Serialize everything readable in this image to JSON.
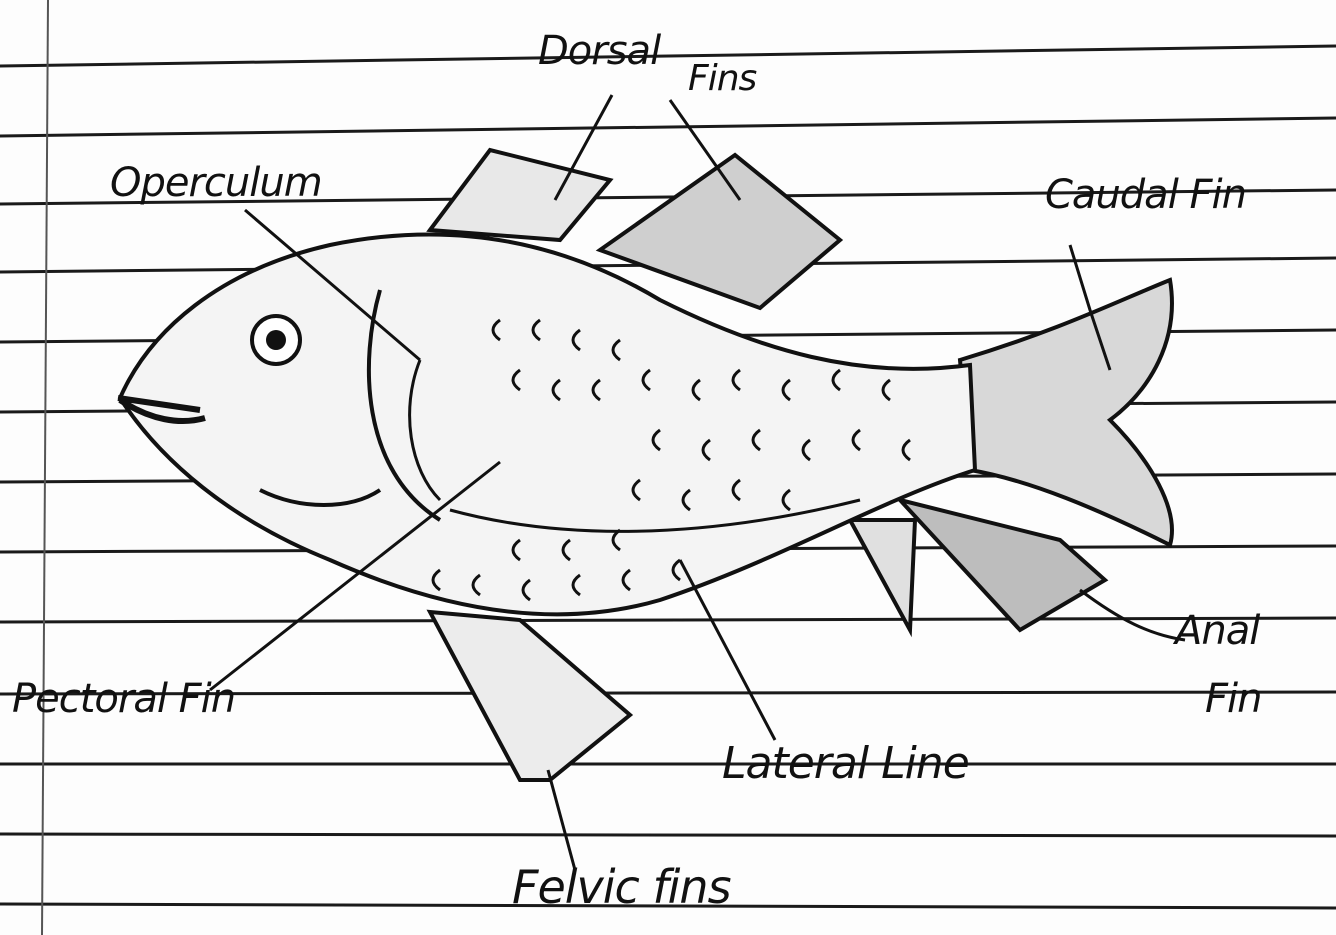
{
  "diagram": {
    "subject": "fish",
    "labels": {
      "dorsal_a": "Dorsal",
      "dorsal_b": "Fins",
      "operculum": "Operculum",
      "caudal": "Caudal Fin",
      "pectoral": "Pectoral Fin",
      "anal_a": "Anal",
      "anal_b": "Fin",
      "lateral": "Lateral Line",
      "pelvic": "Felvic fins"
    }
  },
  "colors": {
    "ink": "#111111",
    "paper": "#fdfdfd",
    "rule": "#1a1a1a",
    "shade": "#8a8a8a"
  }
}
